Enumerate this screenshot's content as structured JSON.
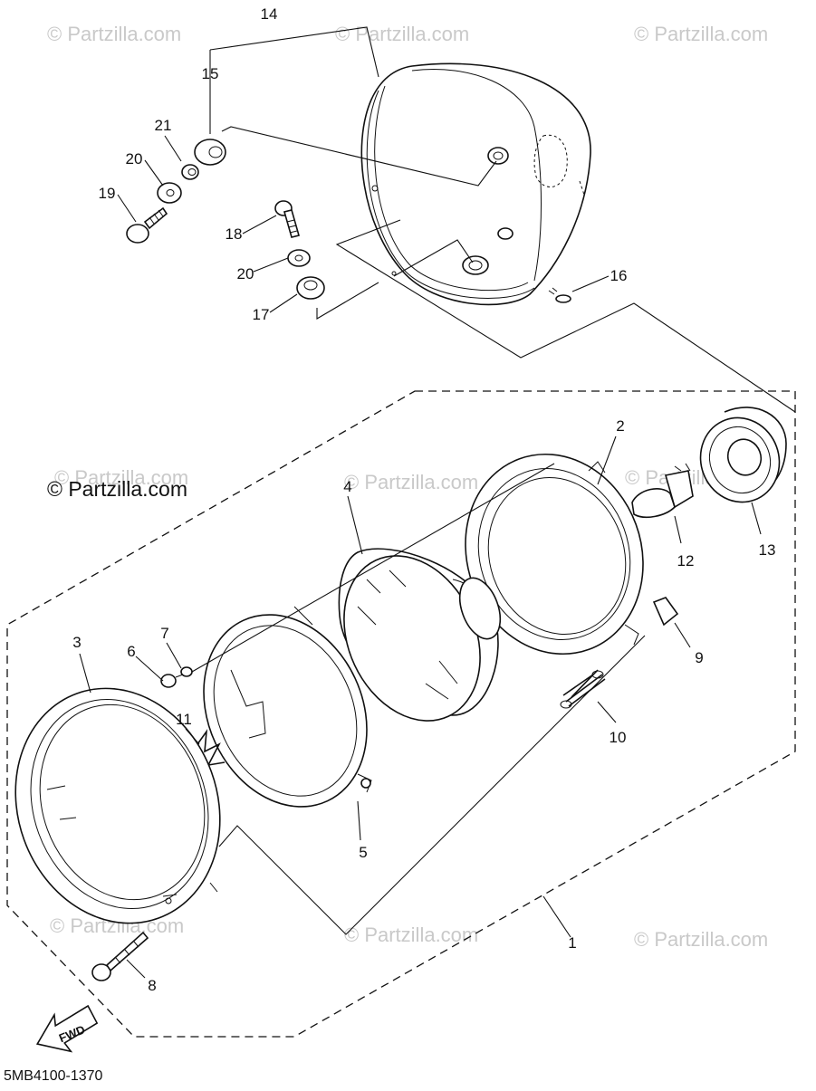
{
  "watermarks": [
    "© Partzilla.com",
    "© Partzilla.com",
    "© Partzilla.com",
    "© Partzilla.com",
    "© Partzilla.com",
    "© Partzilla.com",
    "© Partzilla.com",
    "© Partzilla.com",
    "© Partzilla.com"
  ],
  "main_watermark": "© Partzilla.com",
  "callouts": {
    "c1": "1",
    "c2": "2",
    "c3": "3",
    "c4": "4",
    "c5": "5",
    "c6": "6",
    "c7": "7",
    "c8": "8",
    "c9": "9",
    "c10": "10",
    "c11": "11",
    "c12": "12",
    "c13": "13",
    "c14": "14",
    "c15": "15",
    "c16": "16",
    "c17": "17",
    "c18": "18",
    "c19": "19",
    "c20a": "20",
    "c20b": "20",
    "c21": "21"
  },
  "fwd_label": "FWD",
  "diagram_code": "5MB4100-1370"
}
